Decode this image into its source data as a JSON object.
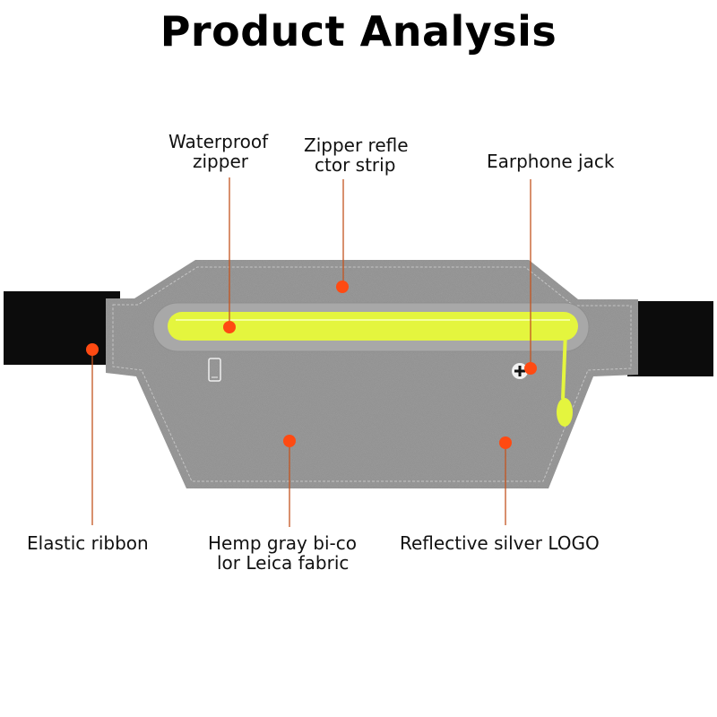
{
  "title": "Product Analysis",
  "labels": {
    "waterproof_zipper": [
      "Waterproof",
      "zipper"
    ],
    "zipper_reflector": [
      "Zipper refle",
      "ctor strip"
    ],
    "earphone_jack": [
      "Earphone jack"
    ],
    "elastic_ribbon": [
      "Elastic ribbon"
    ],
    "hemp_fabric": [
      "Hemp gray bi-co",
      "lor Leica fabric"
    ],
    "reflective_logo": [
      "Reflective silver LOGO"
    ]
  },
  "colors": {
    "dot": "#ff4a12",
    "leader": "#c4541f",
    "fabric": "#8a8a8a",
    "strap": "#0c0c0c",
    "zipper": "#e4f53e"
  }
}
